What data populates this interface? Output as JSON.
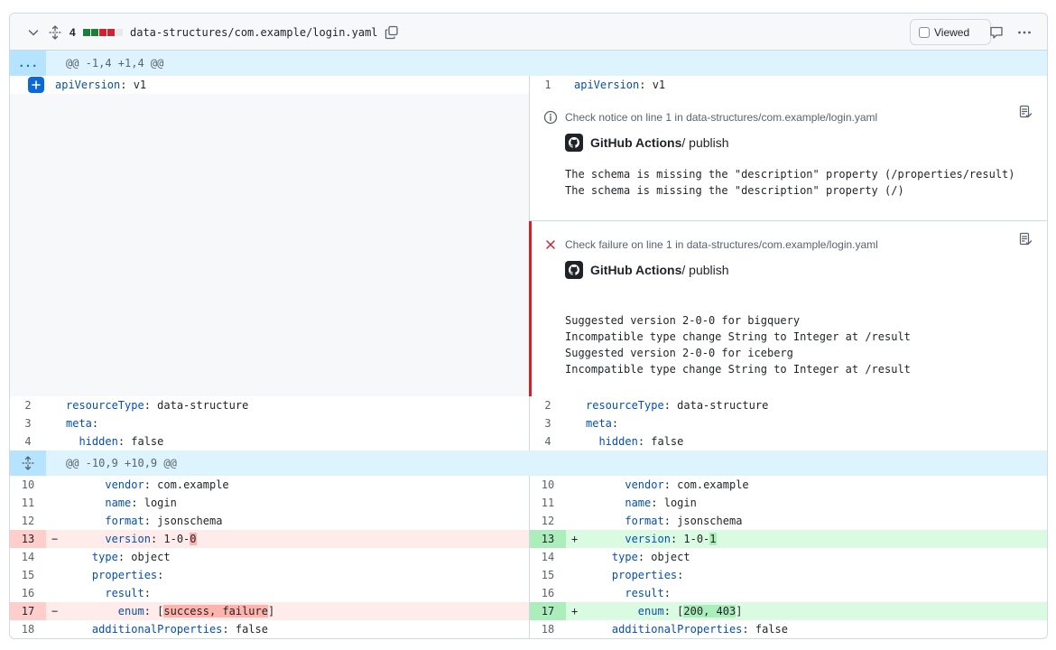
{
  "file": {
    "change_count": "4",
    "path": "data-structures/com.example/login.yaml",
    "viewed_label": "Viewed",
    "diffstat_colors": [
      "#1a7f37",
      "#1a7f37",
      "#cf222e",
      "#cf222e",
      "#e6e8eb"
    ]
  },
  "hunks": {
    "h1_text": "@@ -1,4 +1,4 @@",
    "h1_gutter": "...",
    "h2_text": "@@ -10,9 +10,9 @@"
  },
  "line1": {
    "left_code": "apiVersion: v1",
    "right_num": "1",
    "right_code": "apiVersion: v1"
  },
  "annotations": {
    "notice": {
      "title": "Check notice on line 1 in data-structures/com.example/login.yaml",
      "actor": "GitHub Actions",
      "workflow": " / publish",
      "messages": [
        "The schema is missing the \"description\" property (/properties/result)",
        "The schema is missing the \"description\" property (/)"
      ]
    },
    "failure": {
      "title": "Check failure on line 1 in data-structures/com.example/login.yaml",
      "actor": "GitHub Actions",
      "workflow": " / publish",
      "messages": [
        "Suggested version 2-0-0 for bigquery",
        "Incompatible type change String to Integer at /result",
        "Suggested version 2-0-0 for iceberg",
        "Incompatible type change String to Integer at /result"
      ]
    }
  },
  "block1": [
    {
      "num": "2",
      "key": "resourceType",
      "rest": ": data-structure",
      "indent": ""
    },
    {
      "num": "3",
      "key": "meta",
      "rest": ":",
      "indent": ""
    },
    {
      "num": "4",
      "key": "hidden",
      "rest": ": false",
      "indent": "  "
    }
  ],
  "block2": [
    {
      "num": "10",
      "key": "vendor",
      "rest": ": com.example",
      "indent": "      "
    },
    {
      "num": "11",
      "key": "name",
      "rest": ": login",
      "indent": "      "
    },
    {
      "num": "12",
      "key": "format",
      "rest": ": jsonschema",
      "indent": "      "
    },
    {
      "num": "13",
      "key": "version",
      "left_pre": ": 1-0-",
      "left_hl": "0",
      "right_pre": ": 1-0-",
      "right_hl": "1",
      "indent": "      ",
      "changed": true
    },
    {
      "num": "14",
      "key": "type",
      "rest": ": object",
      "indent": "    "
    },
    {
      "num": "15",
      "key": "properties",
      "rest": ":",
      "indent": "    "
    },
    {
      "num": "16",
      "key": "result",
      "rest": ":",
      "indent": "      "
    },
    {
      "num": "17",
      "key": "enum",
      "left_pre": ": [",
      "left_hl": "success, failure",
      "left_post": "]",
      "right_pre": ": [",
      "right_hl": "200, 403",
      "right_post": "]",
      "indent": "        ",
      "changed": true
    },
    {
      "num": "18",
      "key": "additionalProperties",
      "rest": ": false",
      "indent": "    "
    }
  ]
}
